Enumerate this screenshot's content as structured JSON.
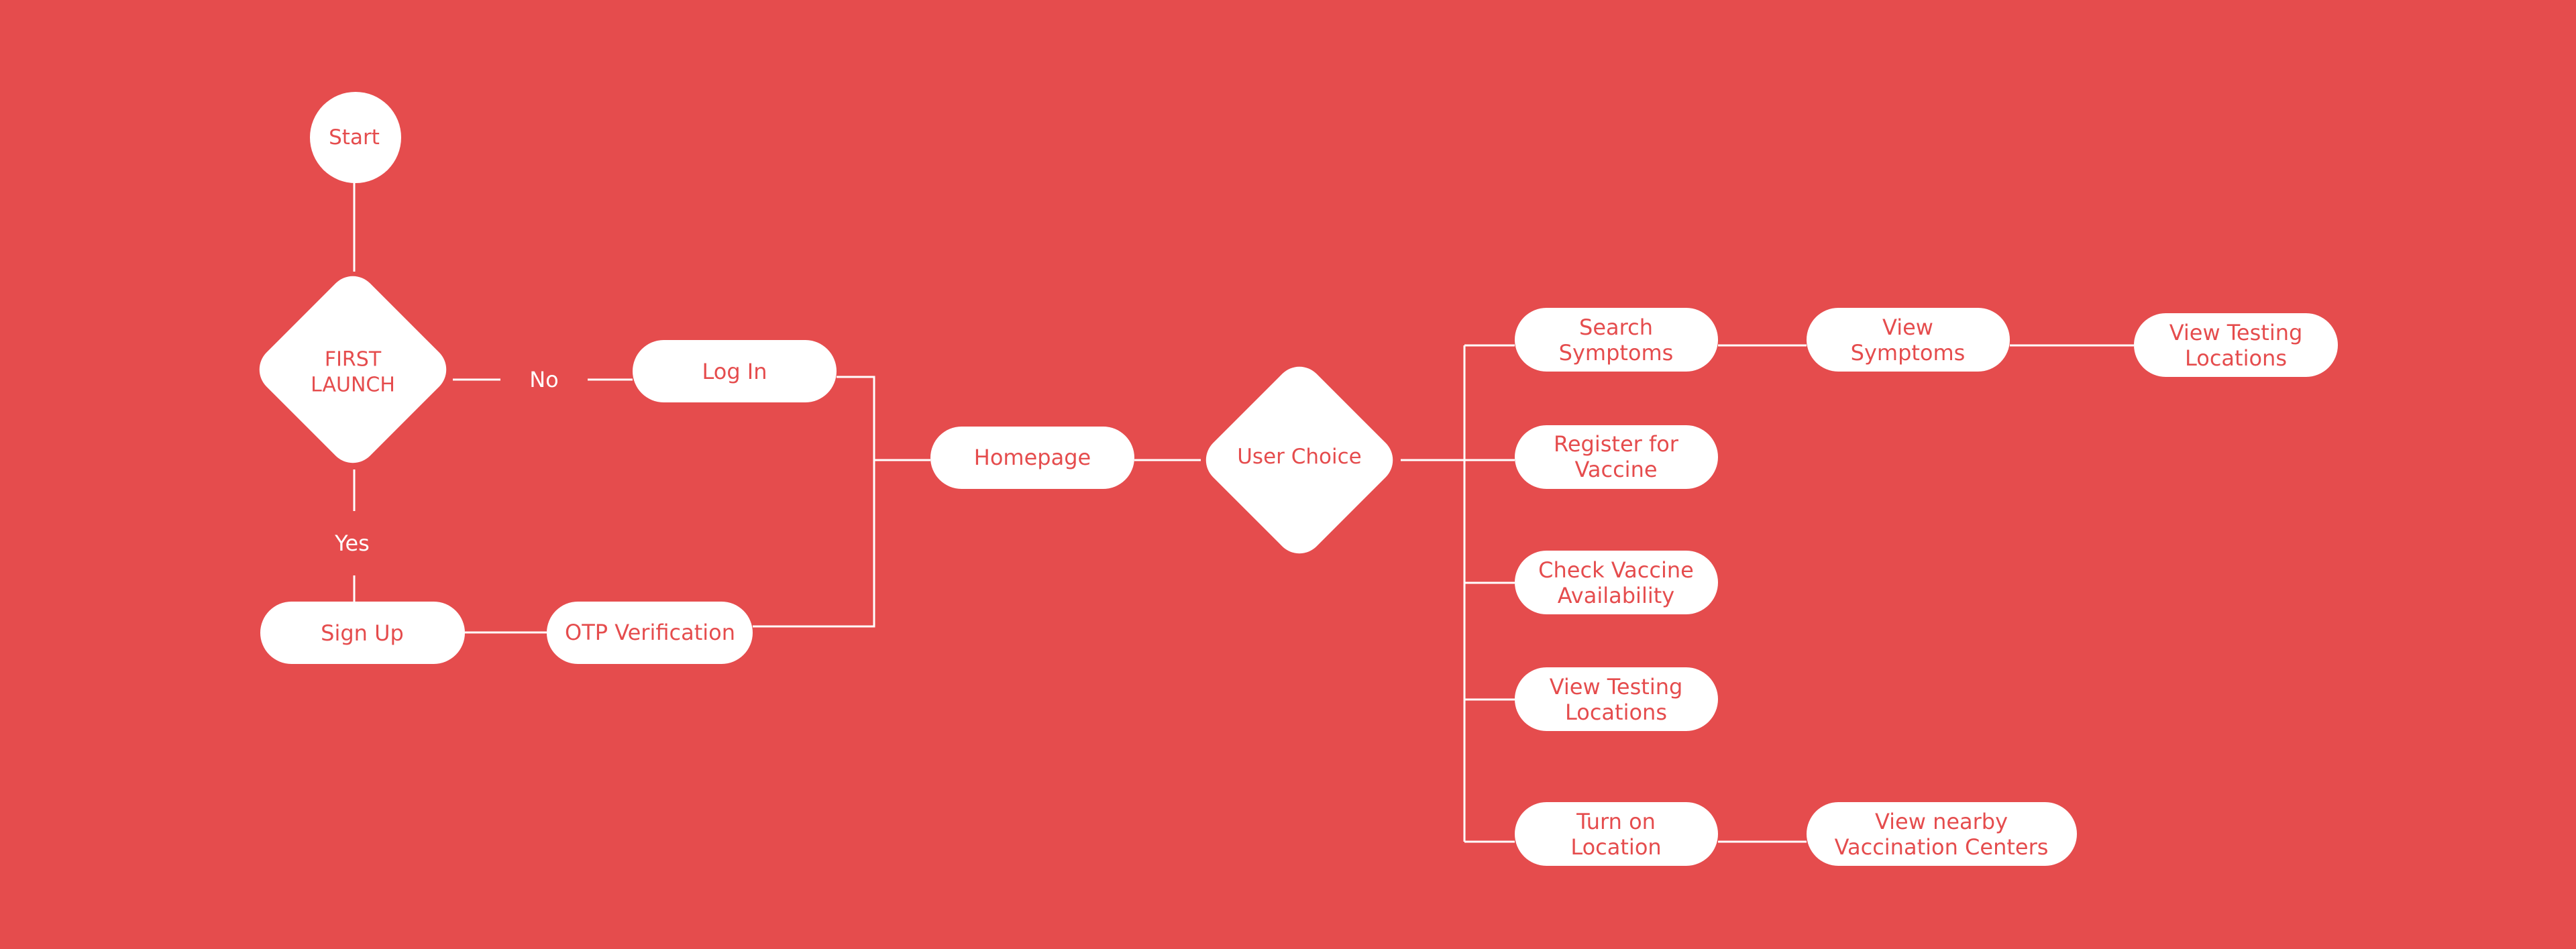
{
  "colors": {
    "background": "#E54C4D",
    "node_fill": "#FFFFFF",
    "node_text": "#E54C4D",
    "connector": "#FFFFFF",
    "edge_label": "#FFFFFF"
  },
  "nodes": {
    "start": {
      "lines": [
        "Start"
      ]
    },
    "first_launch": {
      "lines": [
        "FIRST",
        "LAUNCH"
      ]
    },
    "log_in": {
      "lines": [
        "Log In"
      ]
    },
    "sign_up": {
      "lines": [
        "Sign Up"
      ]
    },
    "otp_verification": {
      "lines": [
        "OTP Verification"
      ]
    },
    "homepage": {
      "lines": [
        "Homepage"
      ]
    },
    "user_choice": {
      "lines": [
        "User Choice"
      ]
    },
    "search_symptoms": {
      "lines": [
        "Search",
        "Symptoms"
      ]
    },
    "view_symptoms": {
      "lines": [
        "View",
        "Symptoms"
      ]
    },
    "view_testing_locations_1": {
      "lines": [
        "View Testing",
        "Locations"
      ]
    },
    "register_vaccine": {
      "lines": [
        "Register for",
        "Vaccine"
      ]
    },
    "check_vaccine": {
      "lines": [
        "Check Vaccine",
        "Availability"
      ]
    },
    "view_testing_locations_2": {
      "lines": [
        "View Testing",
        "Locations"
      ]
    },
    "turn_on_location": {
      "lines": [
        "Turn on",
        "Location"
      ]
    },
    "view_nearby_centers": {
      "lines": [
        "View nearby",
        "Vaccination Centers"
      ]
    }
  },
  "edge_labels": {
    "no": "No",
    "yes": "Yes"
  }
}
